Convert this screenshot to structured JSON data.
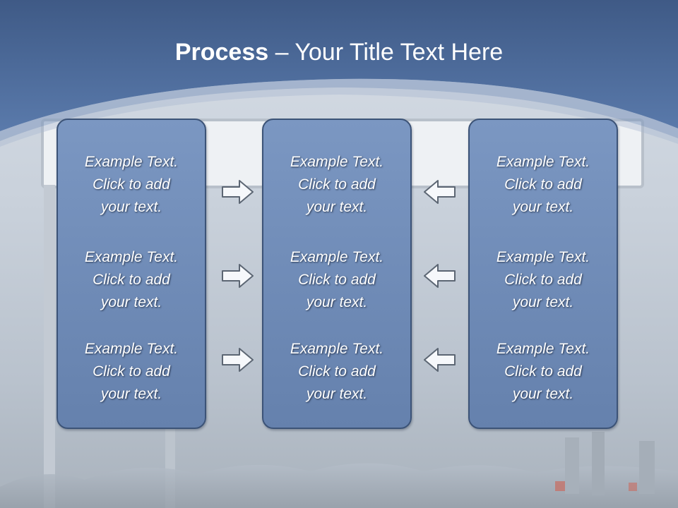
{
  "title": {
    "bold": "Process",
    "rest": " – Your Title Text Here"
  },
  "columns": [
    {
      "items": [
        {
          "line1": "Example Text.",
          "line2": "Click  to add",
          "line3": "your text."
        },
        {
          "line1": "Example Text.",
          "line2": "Click  to add",
          "line3": "your text."
        },
        {
          "line1": "Example Text.",
          "line2": "Click  to add",
          "line3": "your text."
        }
      ]
    },
    {
      "items": [
        {
          "line1": "Example Text.",
          "line2": "Click  to add",
          "line3": "your text."
        },
        {
          "line1": "Example Text.",
          "line2": "Click  to add",
          "line3": "your text."
        },
        {
          "line1": "Example Text.",
          "line2": "Click  to add",
          "line3": "your text."
        }
      ]
    },
    {
      "items": [
        {
          "line1": "Example Text.",
          "line2": "Click  to add",
          "line3": "your text."
        },
        {
          "line1": "Example Text.",
          "line2": "Click  to add",
          "line3": "your text."
        },
        {
          "line1": "Example Text.",
          "line2": "Click  to add",
          "line3": "your text."
        }
      ]
    }
  ],
  "arrows": {
    "left_group": {
      "direction": "right",
      "icon": "arrow-right-icon",
      "count": 3
    },
    "right_group": {
      "direction": "left",
      "icon": "arrow-left-icon",
      "count": 3
    }
  },
  "colors": {
    "header": "#4f6d9c",
    "box_fill": "#6f8bb8",
    "box_border": "#3c5377",
    "text": "#ffffff"
  }
}
